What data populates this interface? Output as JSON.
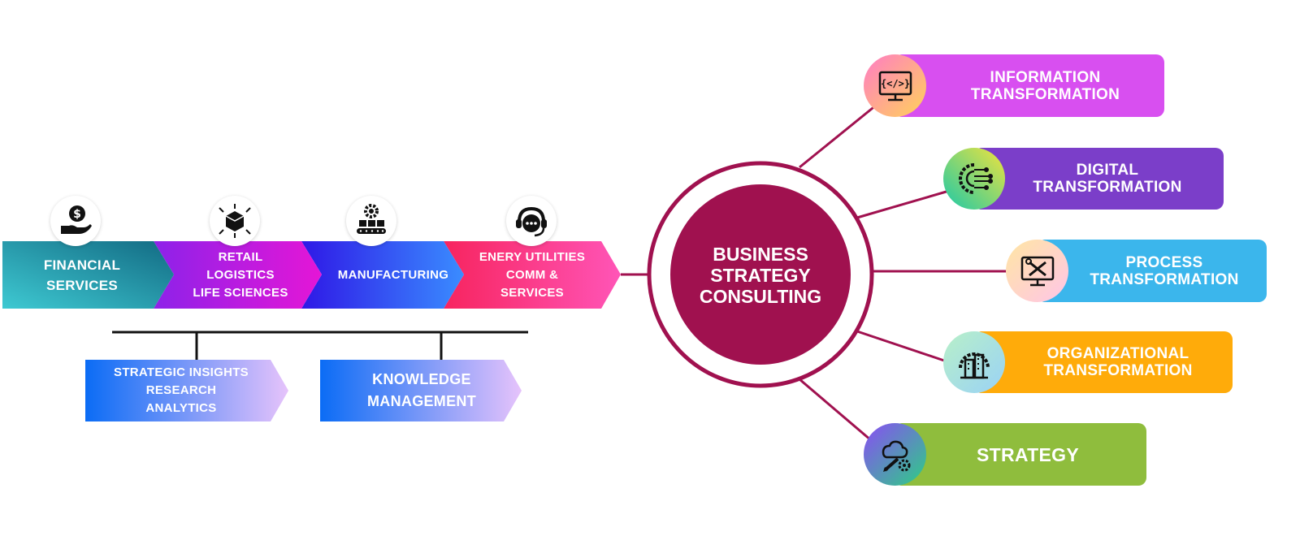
{
  "center": {
    "lines": [
      "BUSINESS",
      "STRATEGY",
      "CONSULTING"
    ],
    "color": "#a0114f"
  },
  "industries": [
    {
      "lines": [
        "FINANCIAL",
        "SERVICES"
      ],
      "icon": "money-hand-icon",
      "colors": [
        "#3ec9d2",
        "#126a83"
      ]
    },
    {
      "lines": [
        "RETAIL",
        "LOGISTICS",
        "LIFE SCIENCES"
      ],
      "icon": "box-arrows-icon",
      "colors": [
        "#8d22e9",
        "#e516d6"
      ]
    },
    {
      "lines": [
        "MANUFACTURING"
      ],
      "icon": "gear-conveyor-icon",
      "colors": [
        "#2f18e6",
        "#3a8cff"
      ]
    },
    {
      "lines": [
        "ENERY UTILITIES",
        "COMM &",
        "SERVICES"
      ],
      "icon": "headset-chat-icon",
      "colors": [
        "#f7245f",
        "#ff55b7"
      ]
    }
  ],
  "sub_items": [
    {
      "lines": [
        "STRATEGIC INSIGHTS",
        "RESEARCH",
        "ANALYTICS"
      ]
    },
    {
      "lines": [
        "KNOWLEDGE",
        "MANAGEMENT"
      ]
    }
  ],
  "transformations": [
    {
      "lines": [
        "INFORMATION",
        "TRANSFORMATION"
      ],
      "color": "#d84ff0",
      "icon": "code-monitor-icon"
    },
    {
      "lines": [
        "DIGITAL",
        "TRANSFORMATION"
      ],
      "color": "#7b3ec9",
      "icon": "gear-circuit-icon"
    },
    {
      "lines": [
        "PROCESS",
        "TRANSFORMATION"
      ],
      "color": "#3bb6ec",
      "icon": "tools-monitor-icon"
    },
    {
      "lines": [
        "ORGANIZATIONAL",
        "TRANSFORMATION"
      ],
      "color": "#ffab0a",
      "icon": "gear-buildings-icon"
    },
    {
      "lines": [
        "STRATEGY"
      ],
      "color": "#8fbd3d",
      "icon": "cloud-brain-pencil-icon"
    }
  ]
}
